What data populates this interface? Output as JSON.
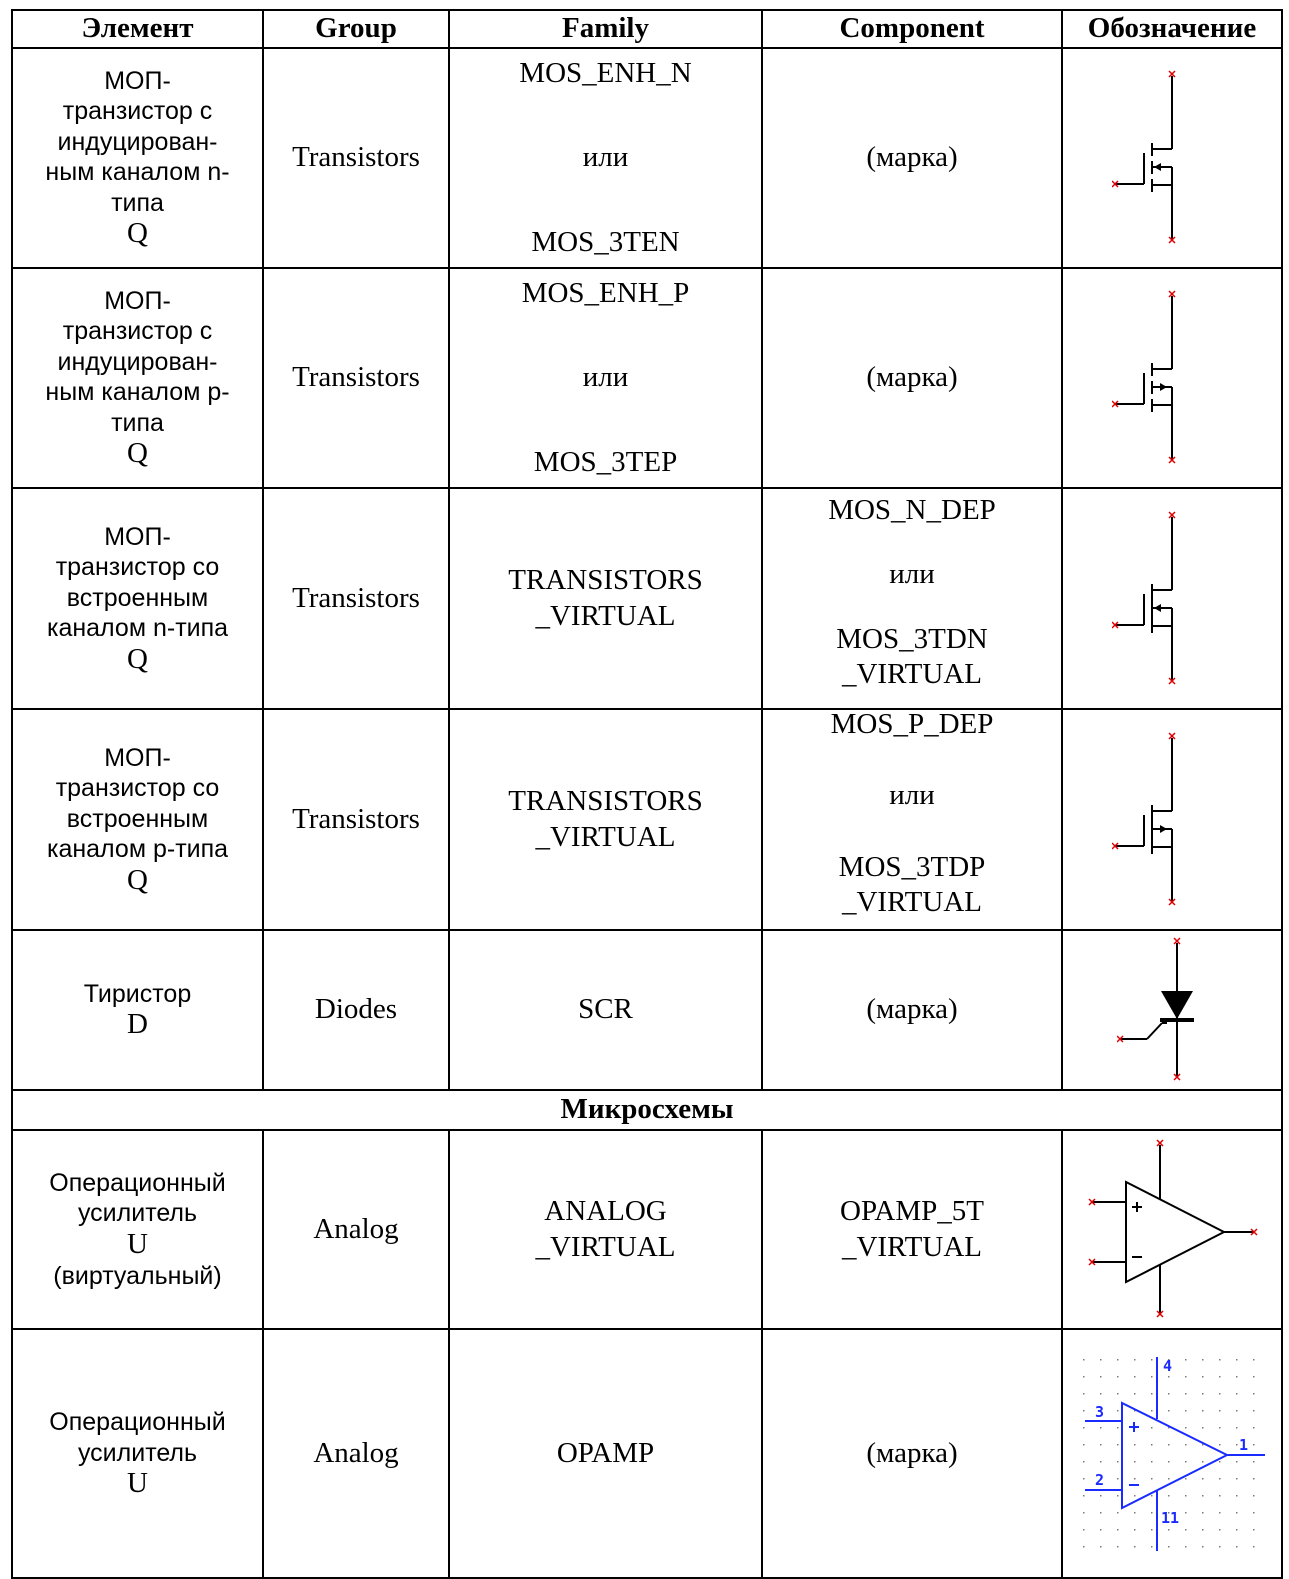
{
  "headers": {
    "element": "Элемент",
    "group": "Group",
    "family": "Family",
    "component": "Component",
    "symbol": "Обозначение"
  },
  "rows": [
    {
      "element": [
        "МОП-",
        "транзистор с",
        "индуцирован-",
        "ным каналом n-",
        "типа",
        "Q"
      ],
      "group": "Transistors",
      "family": [
        "MOS_ENH_N",
        "или",
        "MOS_3TEN"
      ],
      "component": "(марка)",
      "symbol_icon": "nmos-enhancement-symbol-icon"
    },
    {
      "element": [
        "МОП-",
        "транзистор с",
        "индуцирован-",
        "ным каналом p-",
        "типа",
        "Q"
      ],
      "group": "Transistors",
      "family": [
        "MOS_ENH_P",
        "или",
        "MOS_3TEP"
      ],
      "component": "(марка)",
      "symbol_icon": "pmos-enhancement-symbol-icon"
    },
    {
      "element": [
        "МОП-",
        "транзистор со",
        "встроенным",
        "каналом n-типа",
        "Q"
      ],
      "group": "Transistors",
      "family": [
        "TRANSISTORS",
        "_VIRTUAL"
      ],
      "component": [
        "MOS_N_DEP",
        "или",
        "MOS_3TDN",
        "_VIRTUAL"
      ],
      "symbol_icon": "nmos-depletion-symbol-icon"
    },
    {
      "element": [
        "МОП-",
        "транзистор со",
        "встроенным",
        "каналом p-типа",
        "Q"
      ],
      "group": "Transistors",
      "family": [
        "TRANSISTORS",
        "_VIRTUAL"
      ],
      "component": [
        "MOS_P_DEP",
        "или",
        "MOS_3TDP",
        "_VIRTUAL"
      ],
      "symbol_icon": "pmos-depletion-symbol-icon"
    },
    {
      "element": [
        "Тиристор",
        "D"
      ],
      "group": "Diodes",
      "family": "SCR",
      "component": "(марка)",
      "symbol_icon": "thyristor-symbol-icon"
    }
  ],
  "section_title": "Микросхемы",
  "rows2": [
    {
      "element": [
        "Операционный",
        "усилитель",
        "U",
        "(виртуальный)"
      ],
      "group": "Analog",
      "family": [
        "ANALOG",
        "_VIRTUAL"
      ],
      "component": [
        "OPAMP_5T",
        "_VIRTUAL"
      ],
      "symbol_icon": "opamp-virtual-symbol-icon"
    },
    {
      "element": [
        "Операционный",
        "усилитель",
        "U"
      ],
      "group": "Analog",
      "family": "OPAMP",
      "component": "(марка)",
      "symbol_icon": "opamp-symbol-icon",
      "pins": {
        "in_plus": "3",
        "in_minus": "2",
        "v_pos": "4",
        "v_neg": "11",
        "out": "1"
      }
    }
  ],
  "colors": {
    "pin_marker": "#e00000",
    "opamp_line": "#1a2bff",
    "grid_dot": "#7a7a7a",
    "border": "#000000"
  }
}
